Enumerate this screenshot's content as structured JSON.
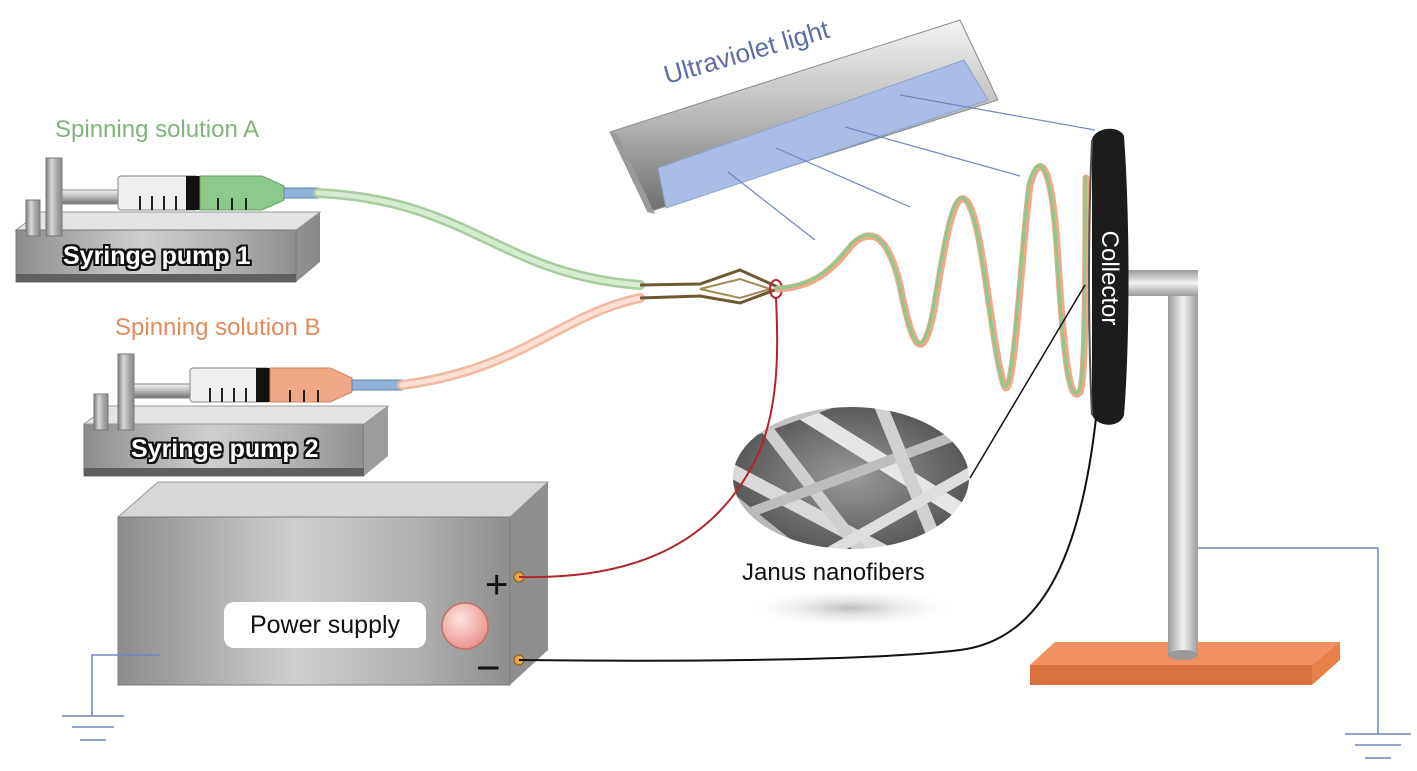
{
  "labels": {
    "spinning_solution_a": "Spinning solution A",
    "spinning_solution_b": "Spinning solution B",
    "syringe_pump_1": "Syringe pump 1",
    "syringe_pump_2": "Syringe pump 2",
    "ultraviolet_light": "Ultraviolet light",
    "collector": "Collector",
    "janus_nanofibers": "Janus nanofibers",
    "power_supply": "Power supply",
    "plus": "+",
    "minus": "−"
  },
  "colors": {
    "solution_a": "#7fb57a",
    "solution_b": "#e08a5e",
    "uv_text": "#5a6ea5",
    "uv_panel": "#a9bde6",
    "positive_wire": "#b0262a",
    "negative_wire": "#111111",
    "ground_line": "#6f86c2",
    "stand_base": "#e8804b",
    "collector_disc": "#1c1c1c"
  }
}
